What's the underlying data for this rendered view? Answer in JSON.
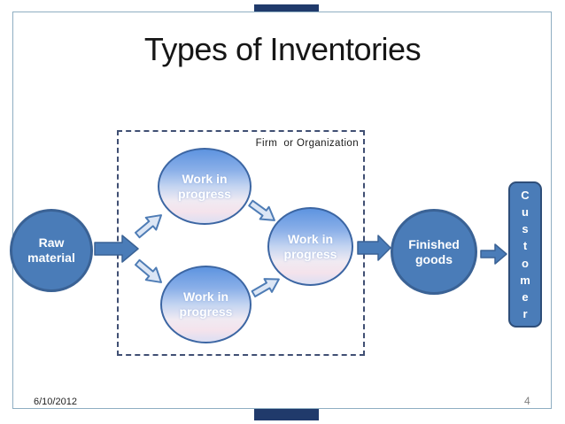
{
  "slide": {
    "title": "Types of Inventories",
    "footer": {
      "date": "6/10/2012",
      "page_number": "4"
    },
    "diagram": {
      "boundary_label": "Firm  or Organization",
      "nodes": {
        "raw_material": {
          "line1": "Raw",
          "line2": "material"
        },
        "wip_top": {
          "line1": "Work in",
          "line2": "progress"
        },
        "wip_bottom": {
          "line1": "Work in",
          "line2": "progress"
        },
        "wip_center": {
          "line1": "Work in",
          "line2": "progress"
        },
        "finished_goods": {
          "line1": "Finished",
          "line2": "goods"
        }
      },
      "customer": {
        "word": "Customer",
        "letters": [
          "C",
          "u",
          "s",
          "t",
          "o",
          "m",
          "e",
          "r"
        ]
      }
    }
  },
  "colors": {
    "viewer_bar": "#203A6B",
    "slide_border": "#8FAEC2",
    "dashed_border": "#404F73",
    "node_solid_fill": "#4A7CB8",
    "node_solid_border": "#3A6295",
    "node_gradient_top": "#5E94E0",
    "node_gradient_bottom": "#DCDFF3",
    "arrow_light_fill": "#DCE6F5",
    "arrow_accent": "#4E7CB5"
  }
}
